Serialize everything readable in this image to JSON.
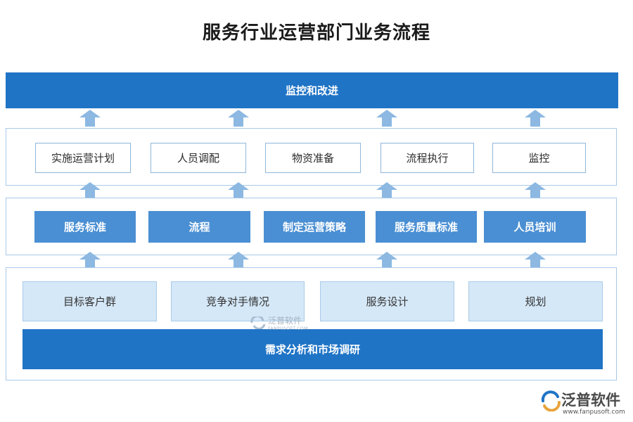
{
  "title": "服务行业运营部门业务流程",
  "top_bar": "监控和改进",
  "layer1": [
    "实施运营计划",
    "人员调配",
    "物资准备",
    "流程执行",
    "监控"
  ],
  "layer2": [
    "服务标准",
    "流程",
    "制定运营策略",
    "服务质量标准",
    "人员培训"
  ],
  "layer3": [
    "目标客户群",
    "竞争对手情况",
    "服务设计",
    "规划"
  ],
  "bottom_bar": "需求分析和市场调研",
  "watermark": {
    "name": "泛普软件",
    "sub": "FANPUSOFT.COM"
  },
  "logo": {
    "name": "泛普软件",
    "url": "www.fanpusoft.com"
  },
  "colors": {
    "primary": "#1f74c6",
    "solid_box": "#4a8fd3",
    "light_box": "#d5e8f8",
    "arrow": "#8cb8e2"
  }
}
